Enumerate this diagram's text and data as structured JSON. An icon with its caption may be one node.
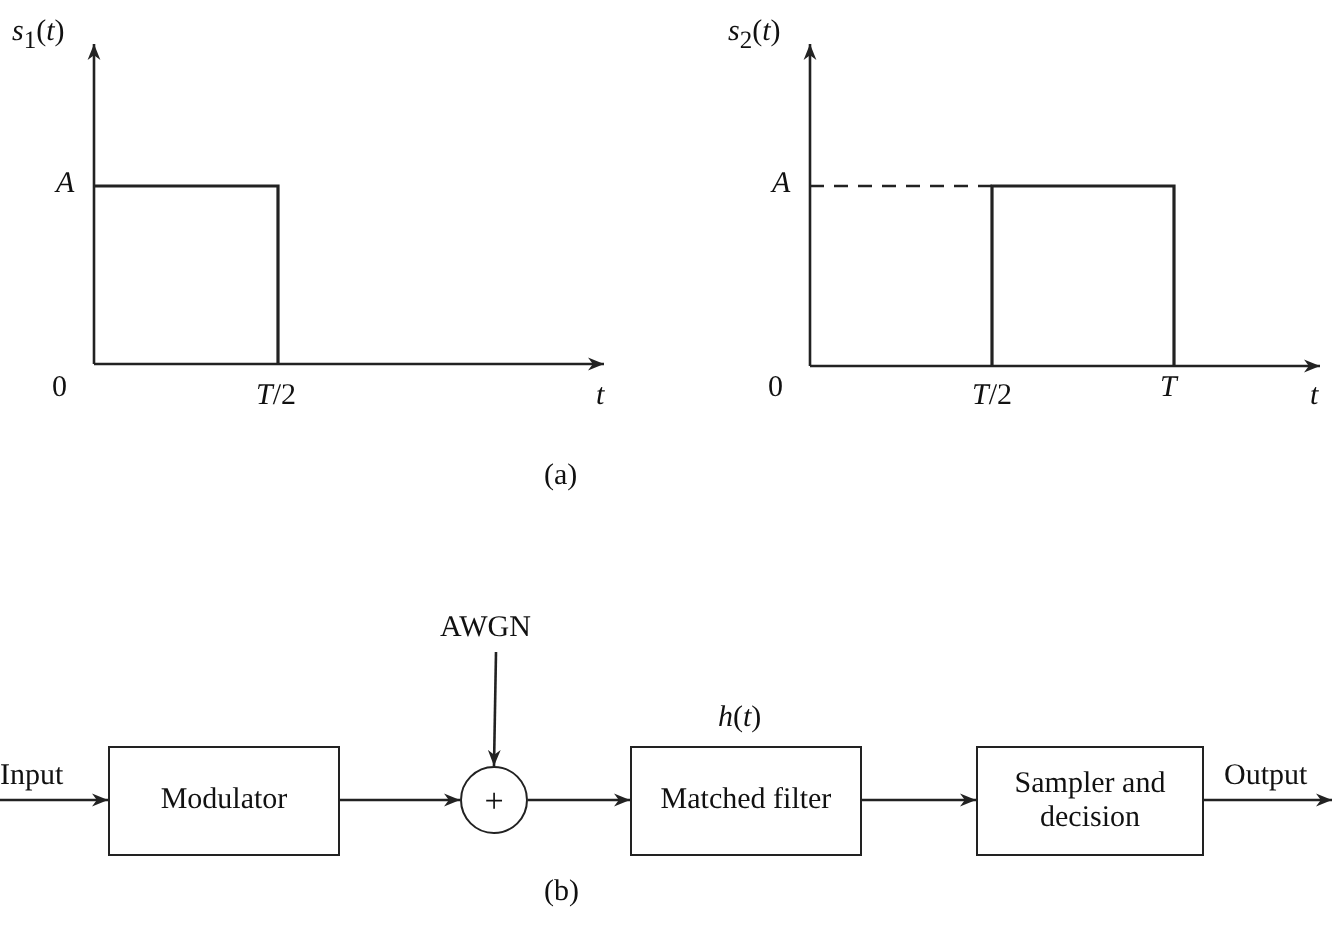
{
  "diagram": {
    "nodes": [
      {
        "text": [
          "Input"
        ]
      },
      {
        "text": [
          "Modulator"
        ]
      },
      {
        "text": [
          "AWGN"
        ]
      },
      {
        "text": [
          "+"
        ]
      },
      {
        "text": [
          "Matched filter"
        ],
        "beside": [
          "*h*(*t*)"
        ]
      },
      {
        "text": [
          "Sampler and decision"
        ]
      },
      {
        "text": [
          "Output"
        ]
      }
    ],
    "edges": [
      {
        "from": 0,
        "to": 1,
        "arrow": "to"
      },
      {
        "from": 1,
        "to": 3,
        "arrow": "to"
      },
      {
        "from": 2,
        "to": 3,
        "arrow": "to"
      },
      {
        "from": 3,
        "to": 4,
        "arrow": "to"
      },
      {
        "from": 4,
        "to": 5,
        "arrow": "to"
      },
      {
        "from": 5,
        "to": 6,
        "arrow": "to"
      }
    ],
    "labels": [
      "*s*$_{1}$(*t*)",
      "*s*$_{2}$(*t*)",
      "*A*",
      "*A*",
      "0",
      "*T*/2",
      "*t*",
      "0",
      "*T*/2",
      "*T*",
      "*t*",
      "(a)",
      "(b)"
    ]
  }
}
